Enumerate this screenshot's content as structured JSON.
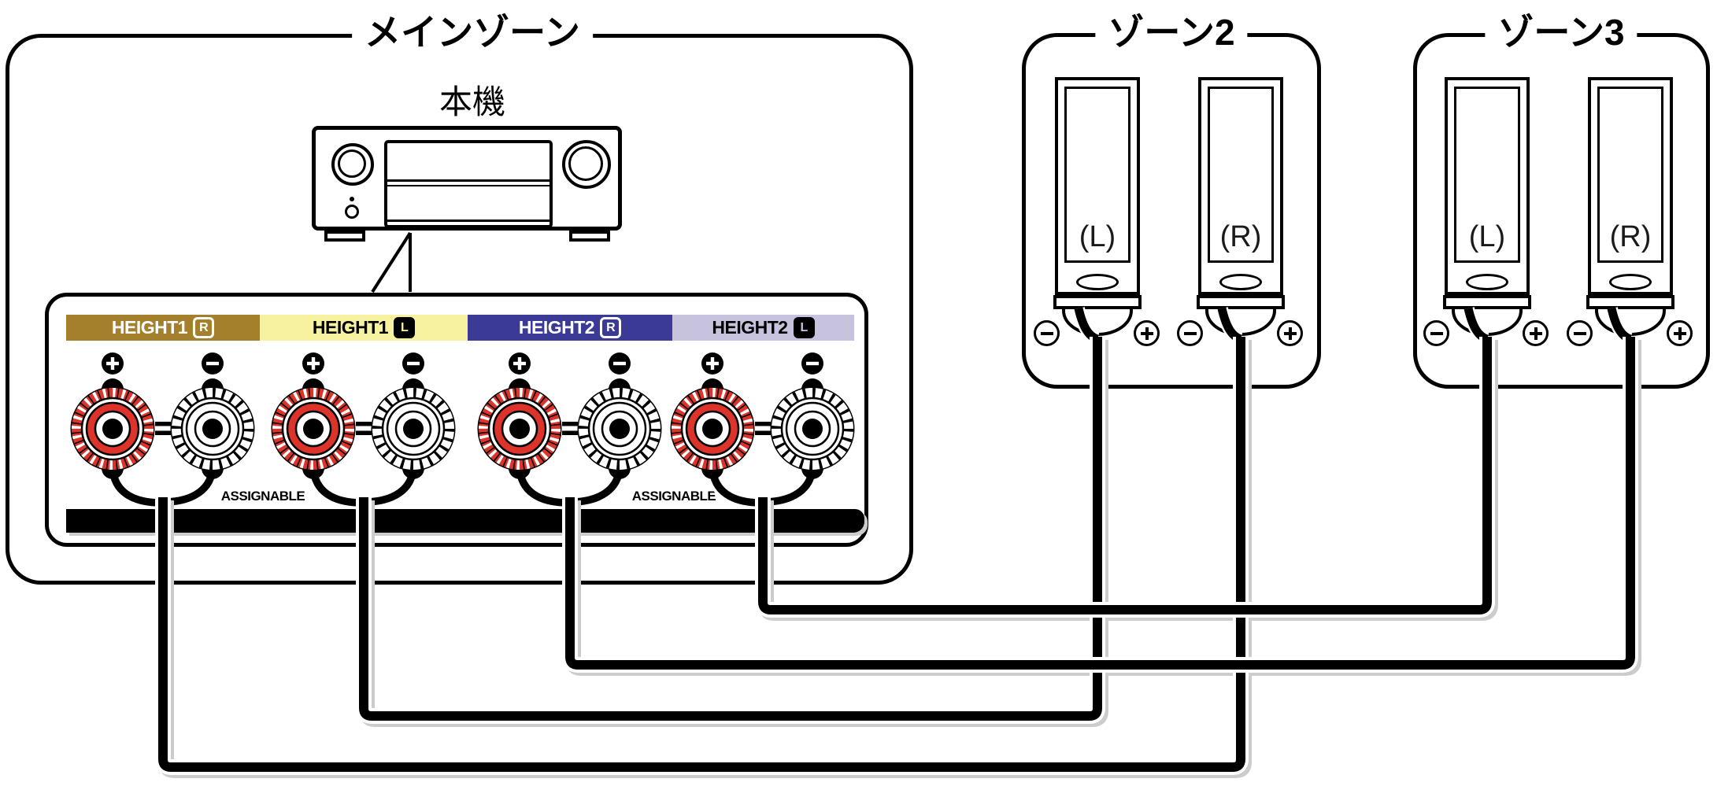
{
  "zones": {
    "main": {
      "label": "メインゾーン",
      "unit_label": "本機"
    },
    "zone2": {
      "label": "ゾーン2",
      "speakers": [
        {
          "label": "(L)"
        },
        {
          "label": "(R)"
        }
      ]
    },
    "zone3": {
      "label": "ゾーン3",
      "speakers": [
        {
          "label": "(L)"
        },
        {
          "label": "(R)"
        }
      ]
    }
  },
  "terminal_panel": {
    "channels": [
      {
        "name": "HEIGHT1",
        "channel": "R",
        "color": "#A5802C",
        "text_color": "#FFFFFF",
        "badge_style": "outline"
      },
      {
        "name": "HEIGHT1",
        "channel": "L",
        "color": "#F7F2A0",
        "text_color": "#000000",
        "badge_style": "solid"
      },
      {
        "name": "HEIGHT2",
        "channel": "R",
        "color": "#3B3A96",
        "text_color": "#FFFFFF",
        "badge_style": "outline"
      },
      {
        "name": "HEIGHT2",
        "channel": "L",
        "color": "#C7C3DF",
        "text_color": "#000000",
        "badge_style": "solid"
      }
    ],
    "assignable_labels": [
      "ASSIGNABLE",
      "ASSIGNABLE"
    ],
    "terminal_colors": {
      "positive": "#DC342B",
      "negative": "#FFFFFF"
    },
    "post_signs": {
      "positive": "+",
      "negative": "−"
    }
  },
  "speaker_terminal_signs": {
    "negative": "−",
    "positive": "+"
  },
  "connections": [
    {
      "from": "HEIGHT1 R",
      "to": "ゾーン2 (R)"
    },
    {
      "from": "HEIGHT1 L",
      "to": "ゾーン2 (L)"
    },
    {
      "from": "HEIGHT2 R",
      "to": "ゾーン3 (R)"
    },
    {
      "from": "HEIGHT2 L",
      "to": "ゾーン3 (L)"
    }
  ]
}
